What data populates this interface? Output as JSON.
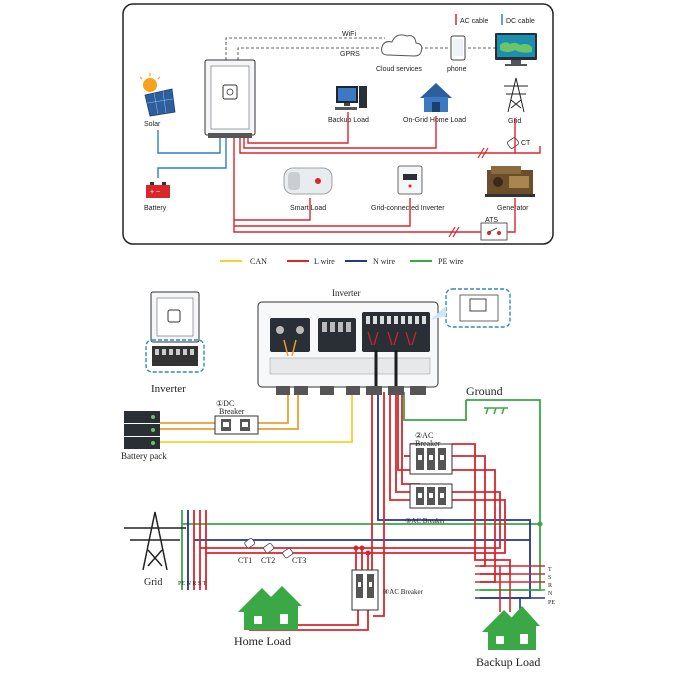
{
  "top": {
    "legend": {
      "ac": "AC cable",
      "dc": "DC cable"
    },
    "wifi": "WiFi",
    "gprs": "GPRS",
    "cloud": "Cloud services",
    "phone": "phone",
    "solar": "Solar",
    "battery": "Battery",
    "backup_load": "Backup Load",
    "ongrid_home_load": "On-Grid Home Load",
    "grid": "Grid",
    "ct": "CT",
    "smart_load": "Smart Load",
    "grid_inverter": "Grid-connected Inverter",
    "generator": "Generator",
    "ats": "ATS"
  },
  "wire_legend": [
    {
      "label": "CAN",
      "color": "#f2d22e"
    },
    {
      "label": "L wire",
      "color": "#d9262b"
    },
    {
      "label": "N wire",
      "color": "#24368f"
    },
    {
      "label": "PE wire",
      "color": "#3aa844"
    }
  ],
  "bottom": {
    "inverter_title": "Inverter",
    "inverter_small": "Inverter",
    "dc_breaker": [
      "①DC",
      "Breaker"
    ],
    "battery_pack": "Battery pack",
    "ground": "Ground",
    "ac_breaker_2": [
      "②AC",
      "Breaker"
    ],
    "ac_breaker_3": "③AC Breaker",
    "ac_breaker_4": "④AC Breaker",
    "grid": "Grid",
    "grid_terminals": "PE N R S T",
    "ct_labels": [
      "CT1",
      "CT2",
      "CT3"
    ],
    "home_load": "Home Load",
    "backup_load": "Backup Load",
    "backup_terminals": [
      "T",
      "S",
      "R",
      "N",
      "PE"
    ]
  }
}
